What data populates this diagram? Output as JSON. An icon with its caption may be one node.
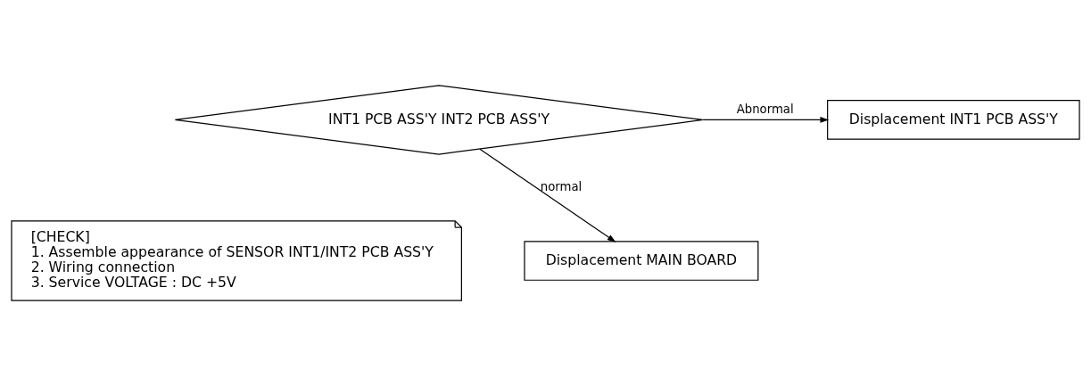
{
  "diagram": {
    "nodes": [
      {
        "text": [
          "INT1 PCB ASS'Y INT2 PCB ASS'Y"
        ]
      },
      {
        "text": [
          "Displacement INT1 PCB ASS'Y"
        ]
      },
      {
        "text": [
          "[CHECK]",
          "1. Assemble appearance of SENSOR INT1/INT2 PCB ASS'Y",
          "2. Wiring connection",
          "3. Service VOLTAGE : DC +5V"
        ]
      },
      {
        "text": [
          "Displacement MAIN BOARD"
        ]
      }
    ],
    "edges": [
      {
        "from": 0,
        "to": 1,
        "arrow": "to",
        "label": "Abnormal"
      },
      {
        "from": 0,
        "to": 3,
        "arrow": "to",
        "label": "normal"
      }
    ]
  }
}
